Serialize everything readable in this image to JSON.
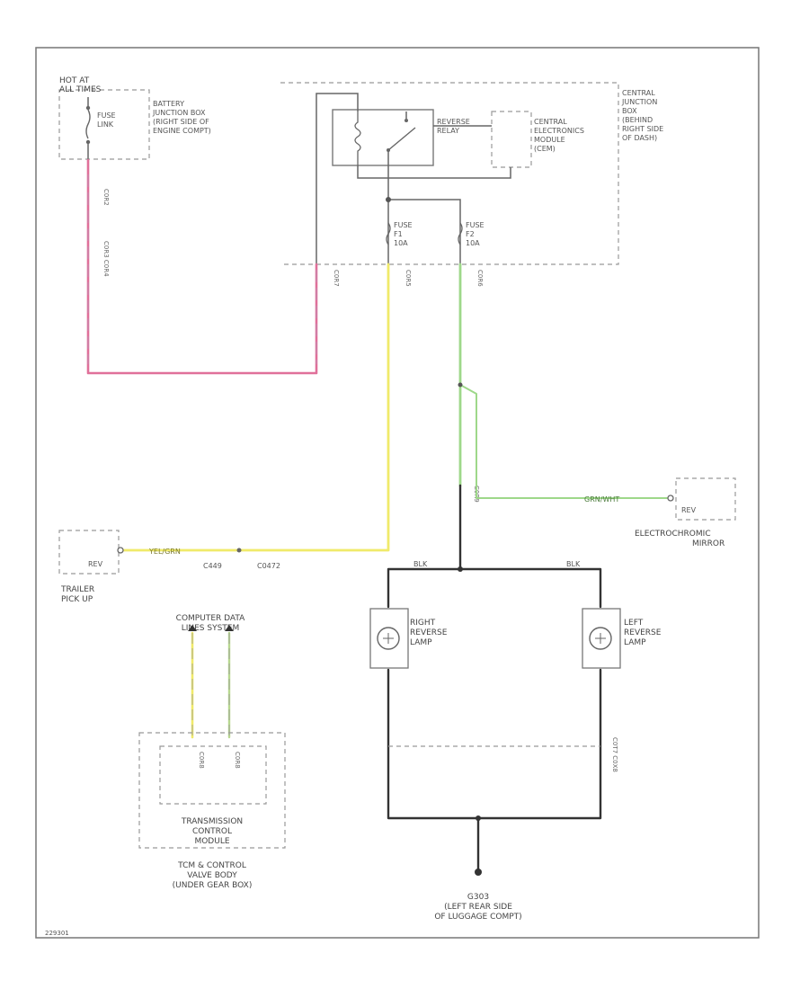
{
  "labels": {
    "hot_at_all_times": "HOT AT\nALL TIMES",
    "fuse_link": "FUSE\nLINK",
    "battery_jb": "BATTERY\nJUNCTION BOX\n(RIGHT SIDE OF\nENGINE COMPT)",
    "reverse_relay": "REVERSE\nRELAY",
    "cem": "CENTRAL\nELECTRONICS\nMODULE\n(CEM)",
    "central_jb": "CENTRAL\nJUNCTION\nBOX\n(BEHIND\nRIGHT SIDE\nOF DASH)",
    "fuse_f1": "FUSE\nF1\n10A",
    "fuse_f2": "FUSE\nF2\n10A",
    "rev1_trailer": "REV",
    "trailer_pick_up": "TRAILER\nPICK UP",
    "c449": "C449",
    "c0472": "C0472",
    "rev1_mirror": "REV",
    "electrochromic_mirror": "ELECTROCHROMIC\nMIRROR",
    "computer_data_lines": "COMPUTER DATA\nLINES SYSTEM",
    "tcm": "TRANSMISSION\nCONTROL\nMODULE",
    "tcm_location": "TCM & CONTROL\nVALVE BODY\n(UNDER GEAR BOX)",
    "right_reverse_lamp": "RIGHT\nREVERSE\nLAMP",
    "left_reverse_lamp": "LEFT\nREVERSE\nLAMP",
    "g303": "G303\n(LEFT REAR SIDE\nOF LUGGAGE COMPT)",
    "wire_yel_grn": "YEL/GRN",
    "wire_grn_wht": "GRN/WHT",
    "wire_blk_1": "BLK",
    "wire_blk_2": "BLK",
    "footer_code": "229301"
  },
  "colors": {
    "pink_wire": "#e0709a",
    "yellow_wire": "#f0ea6a",
    "green_wire": "#9ed88a",
    "black_wire": "#333333",
    "frame": "#777777",
    "dashed": "#999999"
  }
}
